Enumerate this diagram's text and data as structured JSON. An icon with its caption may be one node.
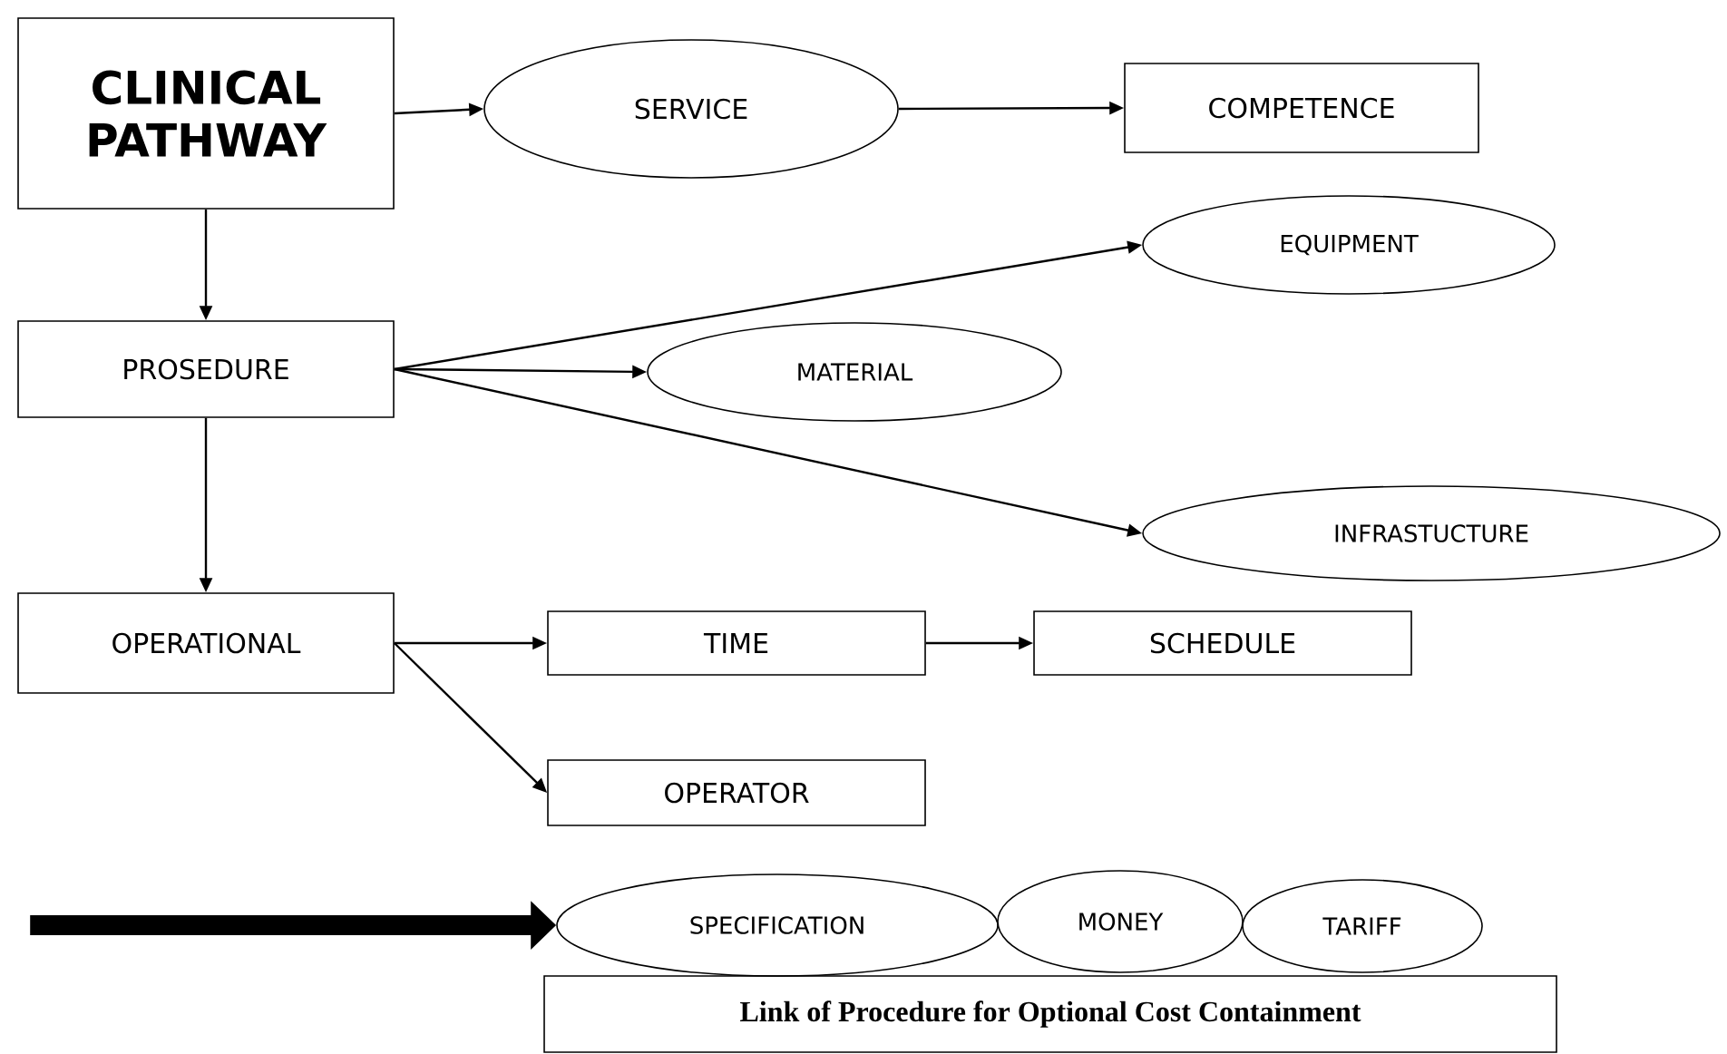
{
  "diagram": {
    "nodes": [
      {
        "text": [
          "CLINICAL PATHWAY"
        ]
      },
      {
        "text": [
          "SERVICE"
        ]
      },
      {
        "text": [
          "COMPETENCE"
        ]
      },
      {
        "text": [
          "PROSEDURE"
        ]
      },
      {
        "text": [
          "EQUIPMENT"
        ]
      },
      {
        "text": [
          "MATERIAL"
        ]
      },
      {
        "text": [
          "INFRASTUCTURE"
        ]
      },
      {
        "text": [
          "OPERATIONAL"
        ]
      },
      {
        "text": [
          "TIME"
        ]
      },
      {
        "text": [
          "SCHEDULE"
        ]
      },
      {
        "text": [
          "OPERATOR"
        ]
      },
      {
        "text": [
          "SPECIFICATION"
        ]
      },
      {
        "text": [
          "MONEY"
        ]
      },
      {
        "text": [
          "TARIFF"
        ]
      },
      {
        "text": [
          "Link of Procedure for Optional Cost Containment"
        ]
      }
    ],
    "edges": [
      {
        "from": 0,
        "to": 1,
        "arrow": "to"
      },
      {
        "from": 1,
        "to": 2,
        "arrow": "to"
      },
      {
        "from": 0,
        "to": 3,
        "arrow": "to"
      },
      {
        "from": 3,
        "to": 4,
        "arrow": "to"
      },
      {
        "from": 3,
        "to": 5,
        "arrow": "to"
      },
      {
        "from": 3,
        "to": 6,
        "arrow": "to"
      },
      {
        "from": 3,
        "to": 7,
        "arrow": "to"
      },
      {
        "from": 7,
        "to": 8,
        "arrow": "to"
      },
      {
        "from": 8,
        "to": 9,
        "arrow": "to"
      },
      {
        "from": 7,
        "to": 10,
        "arrow": "to"
      },
      {
        "from": null,
        "to": 11,
        "arrow": "to",
        "style": "thick"
      }
    ]
  }
}
